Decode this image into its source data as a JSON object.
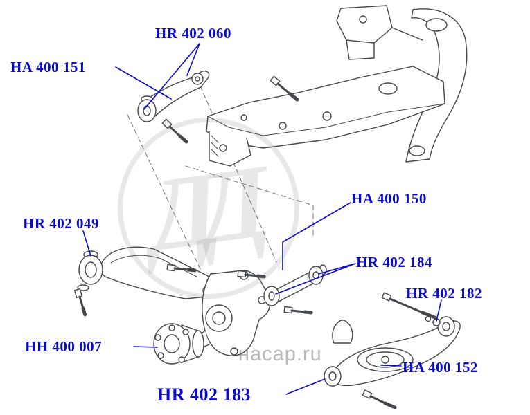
{
  "diagram": {
    "accent_color": "#0a0acd",
    "line_color": "#43464a",
    "background_color": "#ffffff",
    "watermark": {
      "site": "насар.ru",
      "logo": "ДД"
    },
    "labels": [
      {
        "part": "HR 402 060"
      },
      {
        "part": "HA 400 151"
      },
      {
        "part": "HR 402 049"
      },
      {
        "part": "HH 400 007"
      },
      {
        "part": "HR 402 183"
      },
      {
        "part": "HA 400 150"
      },
      {
        "part": "HR 402 184"
      },
      {
        "part": "HR 402 182"
      },
      {
        "part": "HA 400 152"
      }
    ]
  }
}
